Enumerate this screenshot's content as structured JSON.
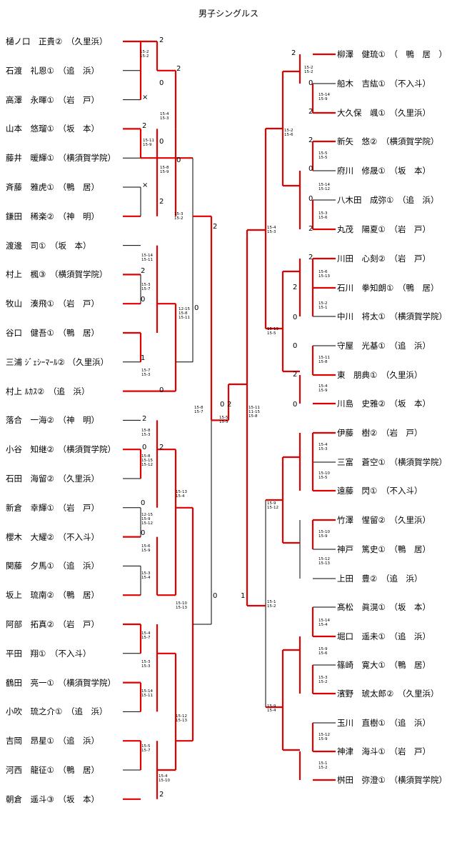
{
  "title": "男子シングルス",
  "colors": {
    "winner_line": "#e00000",
    "loser_line": "#000000"
  },
  "left_players": [
    "樋ノ口　正貴②　（久里浜）",
    "石渡　礼恩①　（追　浜）",
    "高澤　永暉①　（岩　戸）",
    "山本　悠瑠①　（坂　本）",
    "藤井　暖輝①　（横須賀学院）",
    "斉藤　雅虎①　（鴨　居）",
    "鎌田　稀楽②　（神　明）",
    "渡邊　司①　（坂　本）",
    "村上　楓③　（横須賀学院）",
    "牧山　湊飛①　（岩　戸）",
    "谷口　健吾①　（鴨　居）",
    "三浦 ｼﾞｪｼｰﾏｰﾙ② （久里浜）",
    "村上 ﾙｶｽ②　（追　浜）",
    "落合　一海②　（神　明）",
    "小谷　知継②　（横須賀学院）",
    "石田　海留②　（久里浜）",
    "新倉　幸輝①　（岩　戸）",
    "櫻木　大耀②　（不入斗）",
    "関藤　夕馬①　（追　浜）",
    "坂上　琉南②　（鴨　居）",
    "阿部　拓真②　（岩　戸）",
    "平田　翔①　（不入斗）",
    "鶴田　亮一①　（横須賀学院）",
    "小吹　琉之介①　（追　浜）",
    "吉岡　昂星①　（追　浜）",
    "河西　龍征①　（鴨　居）",
    "朝倉　遥斗③　（坂　本）"
  ],
  "right_players": [
    "柳澤　健琉①　（　鴨　居　）",
    "船木　吉紘①　（不入斗）",
    "大久保　颯①　（久里浜）",
    "新矢　悠②　（横須賀学院）",
    "府川　修晟①　（坂　本）",
    "八木田　成弥①　（追　浜）",
    "丸茂　陽夏①　（岩　戸）",
    "川田　心刻②　（岩　戸）",
    "石川　拳知朗①　（鴨　居）",
    "中川　将太①　（横須賀学院）",
    "守屋　光基①　（追　浜）",
    "東　朋典①　（久里浜）",
    "川島　史雅②　（坂　本）",
    "伊藤　樹②　（岩　戸）",
    "三富　蒼空①　（横須賀学院）",
    "遠藤　閃①　（不入斗）",
    "竹澤　惺留②　（久里浜）",
    "神戸　篤史①　（鴨　居）",
    "上田　豊②　（追　浜）",
    "髙松　眞滉①　（坂　本）",
    "堀口　遥未①　（追　浜）",
    "篠崎　寛大①　（鴨　居）",
    "濱野　琥太郎②　（久里浜）",
    "玉川　直樹①　（追　浜）",
    "神津　海斗①　（岩　戸）",
    "桝田　弥澄①　（横須賀学院）"
  ],
  "left_scores": [
    "2",
    "0",
    "×",
    "2",
    "0",
    "×",
    "2",
    "2",
    "0",
    "2",
    "0",
    "1",
    "0",
    "2",
    "0",
    "2",
    "0",
    "0",
    "2"
  ],
  "right_scores": [
    "2",
    "0",
    "2",
    "2",
    "0",
    "0",
    "2",
    "2",
    "2",
    "0",
    "0",
    "2",
    "0"
  ],
  "center_scores": [
    "2",
    "0",
    "2",
    "0",
    "0",
    "1"
  ],
  "set_scores": [
    "15-2\n15-2",
    "15-4\n15-3",
    "15-11\n15-9",
    "15-8\n15-9",
    "15-3\n15-2",
    "15-14\n15-11",
    "15-3\n15-7",
    "12-15\n15-8\n15-11",
    "15-7\n15-3",
    "15-8\n15-7",
    "15-8\n15-3",
    "15-8\n15-15\n15-12",
    "15-13\n15-4",
    "12-15\n15-9\n15-12",
    "15-6\n15-9",
    "15-3\n15-4",
    "15-10\n15-13",
    "15-4\n15-7",
    "15-3\n15-3",
    "15-14\n15-11",
    "15-12\n15-13",
    "15-5\n15-7",
    "15-4\n15-10",
    "15-5\n15-5",
    "15-11\n11-15\n15-8",
    "15-2\n15-2",
    "15-14\n15-9",
    "15-2\n15-6",
    "15-5\n15-5",
    "15-14\n15-12",
    "15-3\n15-6",
    "15-4\n15-3",
    "15-6\n15-13",
    "15-2\n15-1",
    "15-13\n15-5",
    "15-11\n15-8",
    "15-4\n15-9",
    "15-4\n15-3",
    "15-10\n15-5",
    "15-9\n15-12",
    "15-10\n15-9",
    "15-12\n15-13",
    "15-1\n15-2",
    "15-14\n15-4",
    "15-9\n15-6",
    "15-3\n15-2",
    "15-9\n15-4",
    "15-12\n15-9",
    "15-1\n15-2"
  ]
}
